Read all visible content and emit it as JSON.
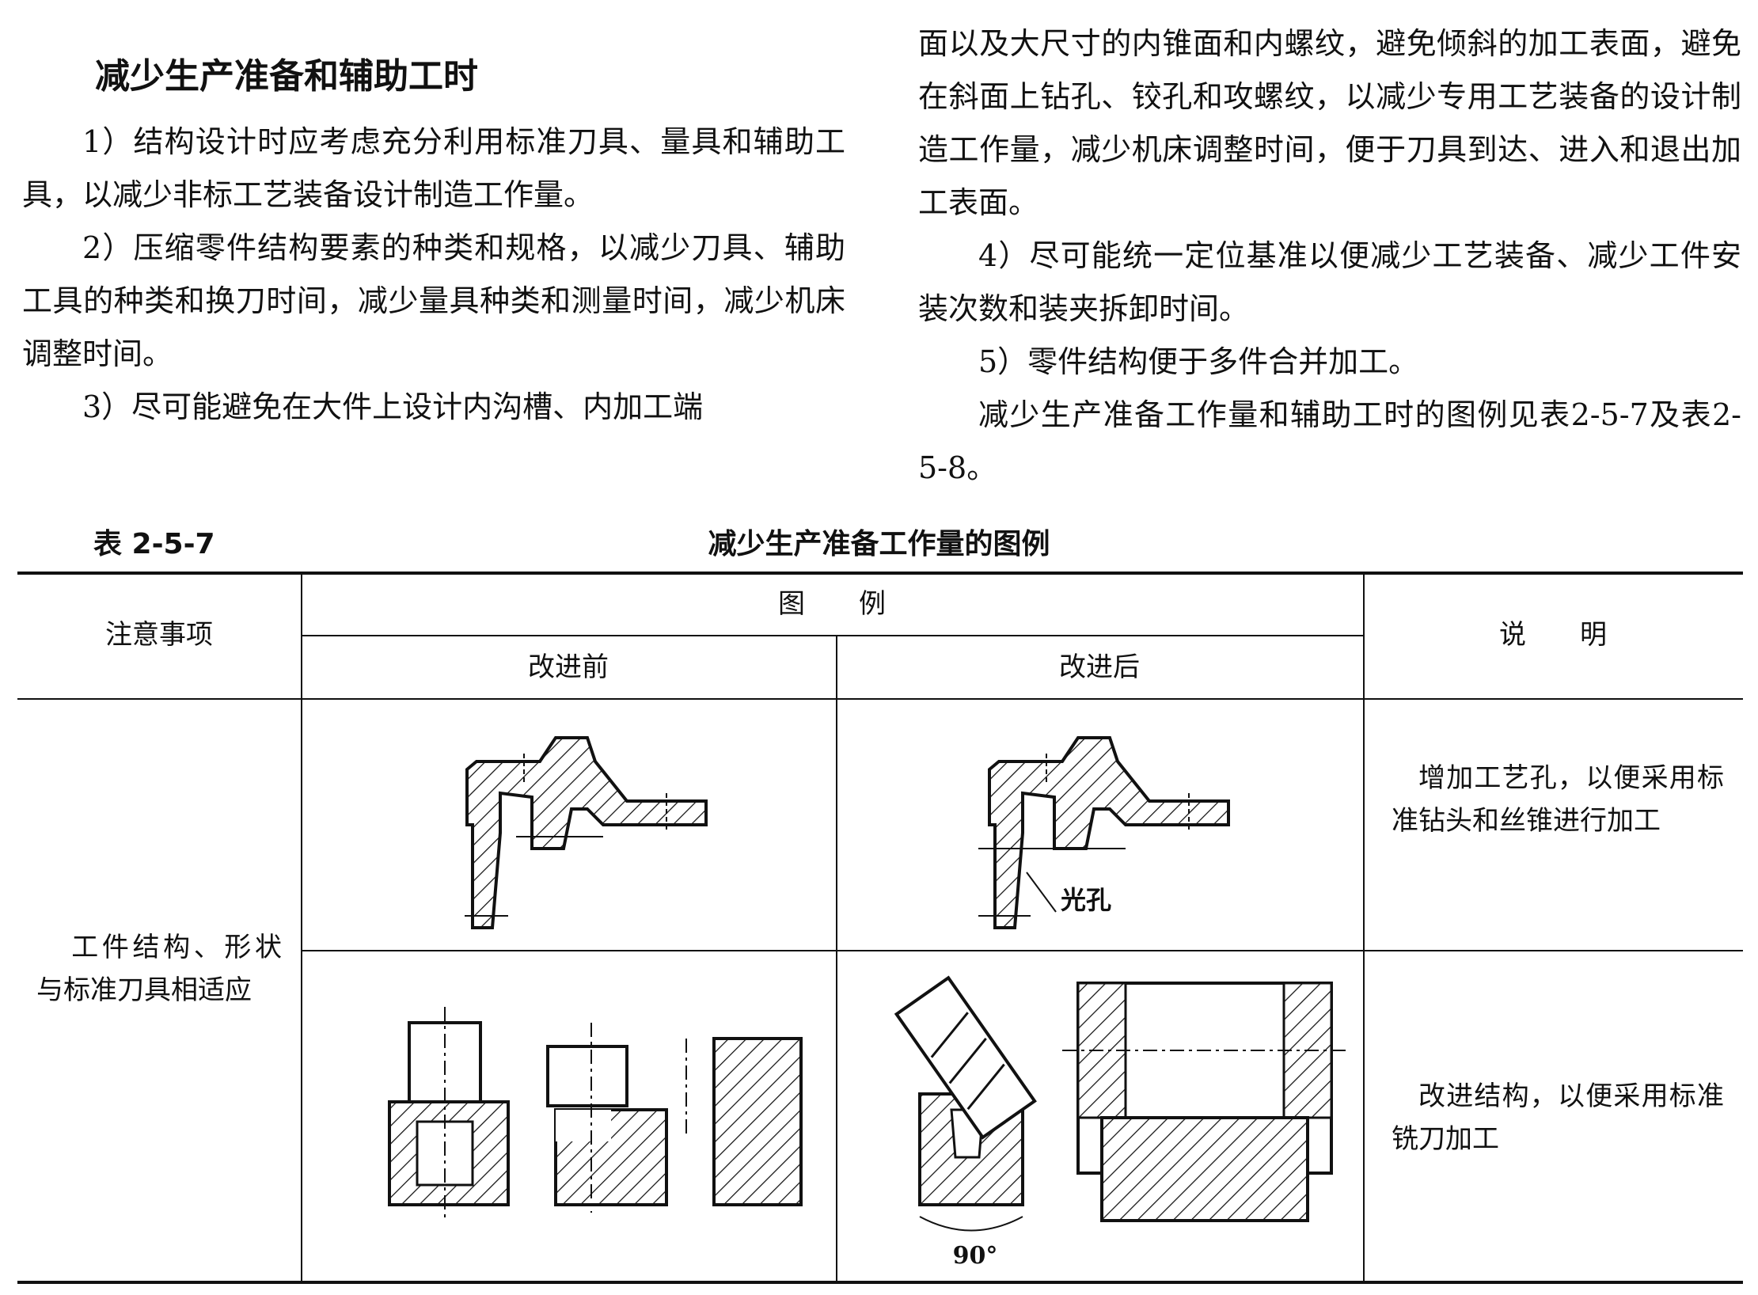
{
  "section": {
    "heading": "减少生产准备和辅助工时",
    "paragraphs_left": [
      "1）结构设计时应考虑充分利用标准刀具、量具和辅助工具，以减少非标工艺装备设计制造工作量。",
      "2）压缩零件结构要素的种类和规格，以减少刀具、辅助工具的种类和换刀时间，减少量具种类和测量时间，减少机床调整时间。",
      "3）尽可能避免在大件上设计内沟槽、内加工端"
    ],
    "paragraph_right_continuation": "面以及大尺寸的内锥面和内螺纹，避免倾斜的加工表面，避免在斜面上钻孔、铰孔和攻螺纹，以减少专用工艺装备的设计制造工作量，减少机床调整时间，便于刀具到达、进入和退出加工表面。",
    "paragraphs_right": [
      "4）尽可能统一定位基准以便减少工艺装备、减少工件安装次数和装夹拆卸时间。",
      "5）零件结构便于多件合并加工。",
      "减少生产准备工作量和辅助工时的图例见表2-5-7及表2-5-8。"
    ]
  },
  "table": {
    "number": "表 2-5-7",
    "title": "减少生产准备工作量的图例",
    "headers": {
      "note": "注意事项",
      "figure": "图　　例",
      "before": "改进前",
      "after": "改进后",
      "explain": "说　　明"
    },
    "note_cell": "工件结构、形状与标准刀具相适应",
    "rows": [
      {
        "figure_label": "光孔",
        "explain": "增加工艺孔，以便采用标准钻头和丝锥进行加工"
      },
      {
        "figure_label": "90°",
        "explain": "改进结构，以便采用标准铣刀加工"
      }
    ]
  }
}
